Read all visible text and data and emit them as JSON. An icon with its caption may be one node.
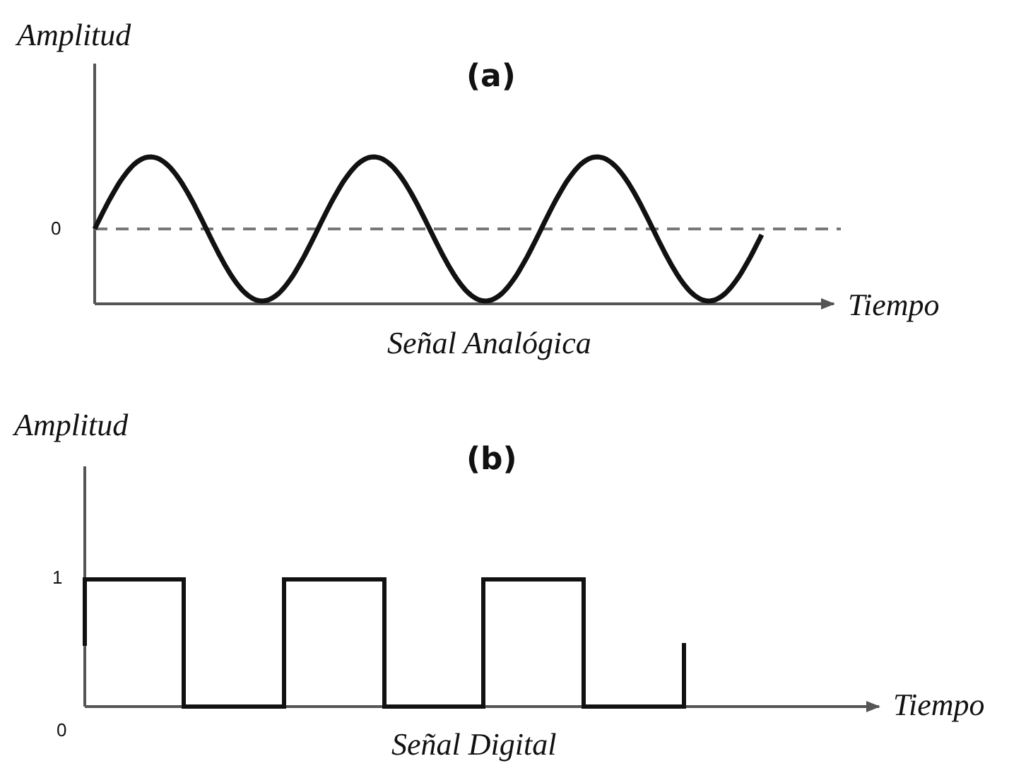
{
  "diagram": {
    "labels": [
      "Amplitud",
      "(a)",
      "0",
      "Tiempo",
      "Señal Analógica",
      "Amplitud",
      "(b)",
      "1",
      "0",
      "Tiempo",
      "Señal Digital"
    ]
  }
}
